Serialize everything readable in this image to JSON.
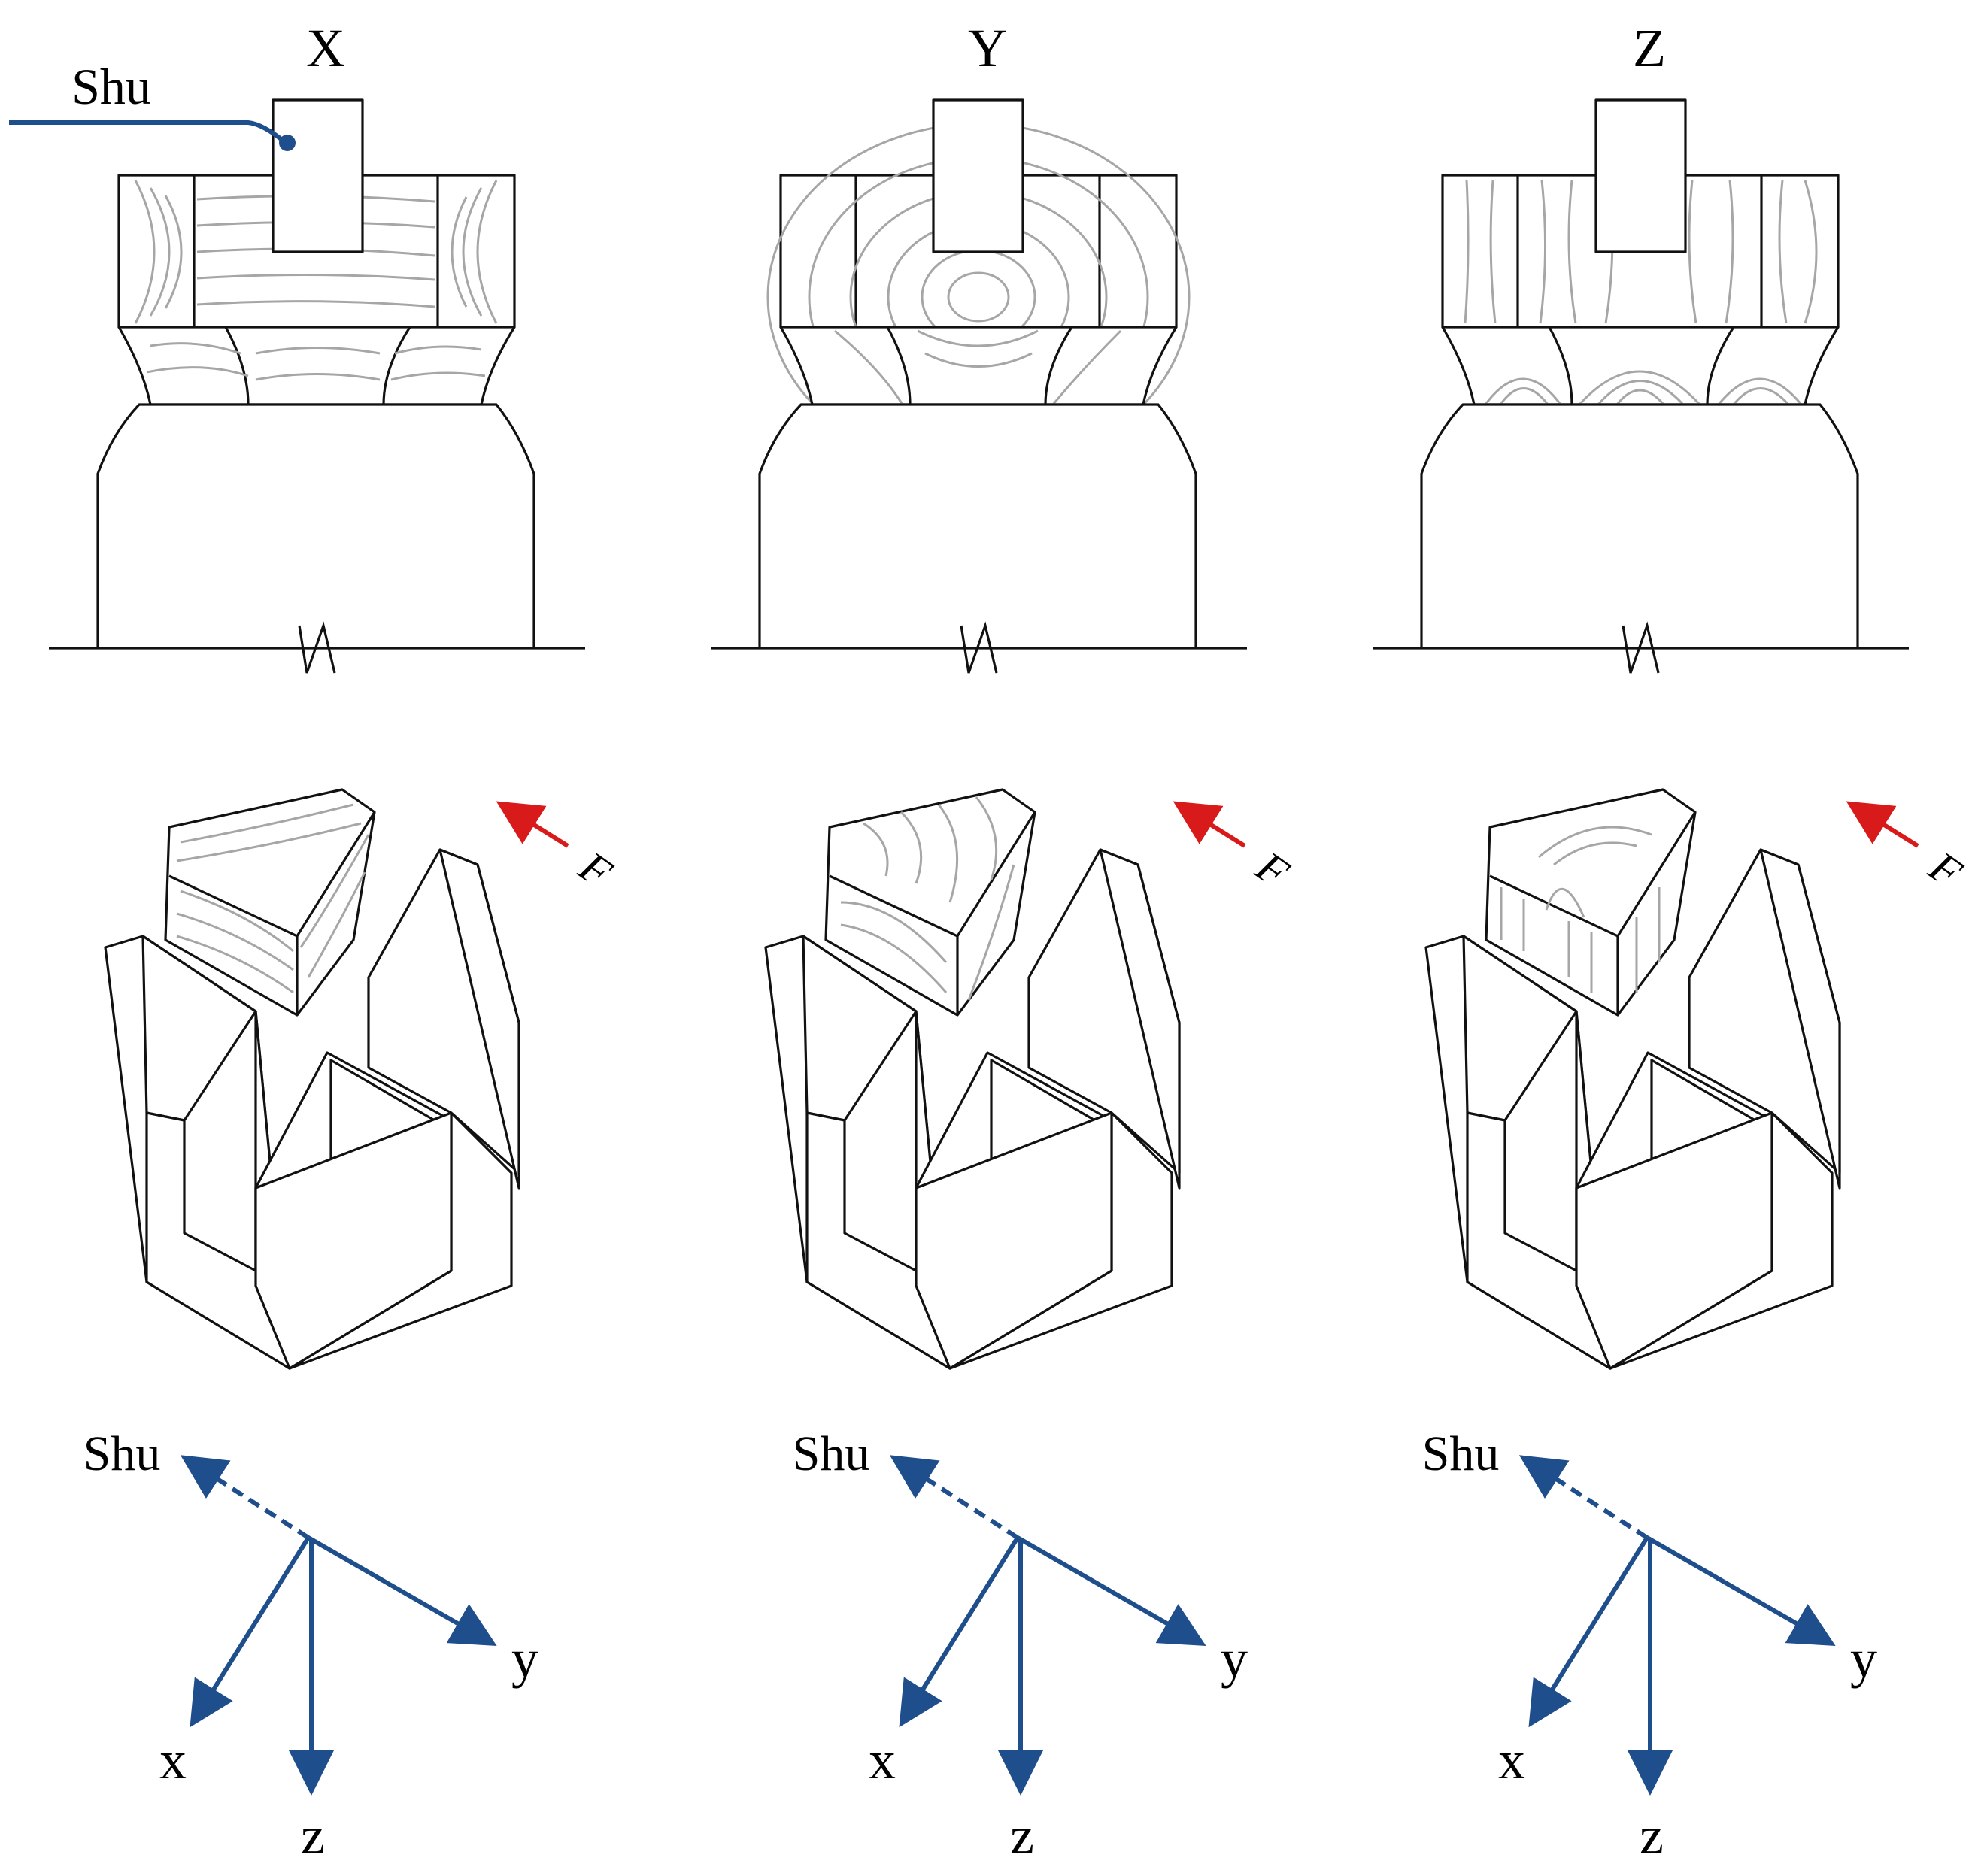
{
  "columns": [
    {
      "id": "X",
      "label": "X",
      "force_label": "F",
      "axes": {
        "shu": "Shu",
        "x": "x",
        "y": "y",
        "z": "z"
      }
    },
    {
      "id": "Y",
      "label": "Y",
      "force_label": "F",
      "axes": {
        "shu": "Shu",
        "x": "x",
        "y": "y",
        "z": "z"
      }
    },
    {
      "id": "Z",
      "label": "Z",
      "force_label": "F",
      "axes": {
        "shu": "Shu",
        "x": "x",
        "y": "y",
        "z": "z"
      }
    }
  ],
  "callout": {
    "label": "Shu"
  },
  "colors": {
    "axis_blue": "#1f4e8c",
    "force_red": "#d91a1a",
    "grain_gray": "#a6a6a6",
    "outline": "#111111"
  },
  "grain_patterns": [
    "flat-sawn",
    "end-grain-rings",
    "vertical-grain"
  ]
}
